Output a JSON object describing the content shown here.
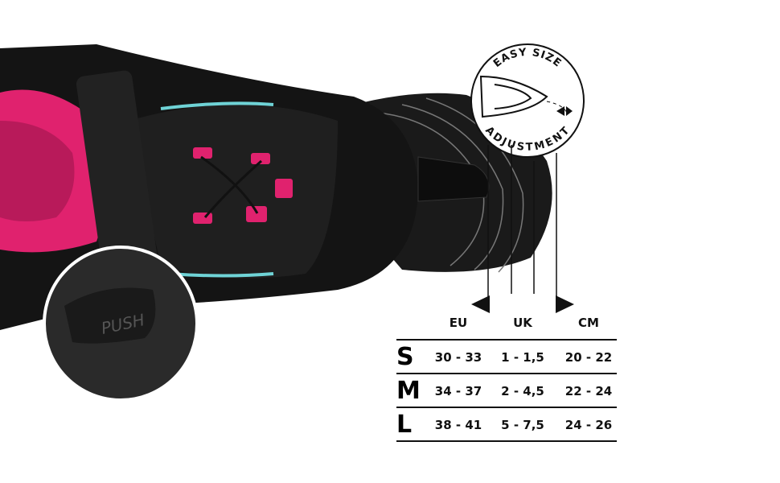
{
  "badge": {
    "top_text": "EASY SIZE",
    "bottom_text": "ADJUSTMENT"
  },
  "inset": {
    "button_text": "PUSH"
  },
  "colors": {
    "accent_pink": "#e0226e",
    "accent_teal": "#6fd3d6",
    "boot": "#141414"
  },
  "size_table": {
    "headers": [
      "EU",
      "UK",
      "CM"
    ],
    "rows": [
      {
        "size": "S",
        "eu": "30 - 33",
        "uk": "1 - 1,5",
        "cm": "20 - 22"
      },
      {
        "size": "M",
        "eu": "34 - 37",
        "uk": "2 - 4,5",
        "cm": "22 - 24"
      },
      {
        "size": "L",
        "eu": "38 - 41",
        "uk": "5 - 7,5",
        "cm": "24 - 26"
      }
    ]
  }
}
